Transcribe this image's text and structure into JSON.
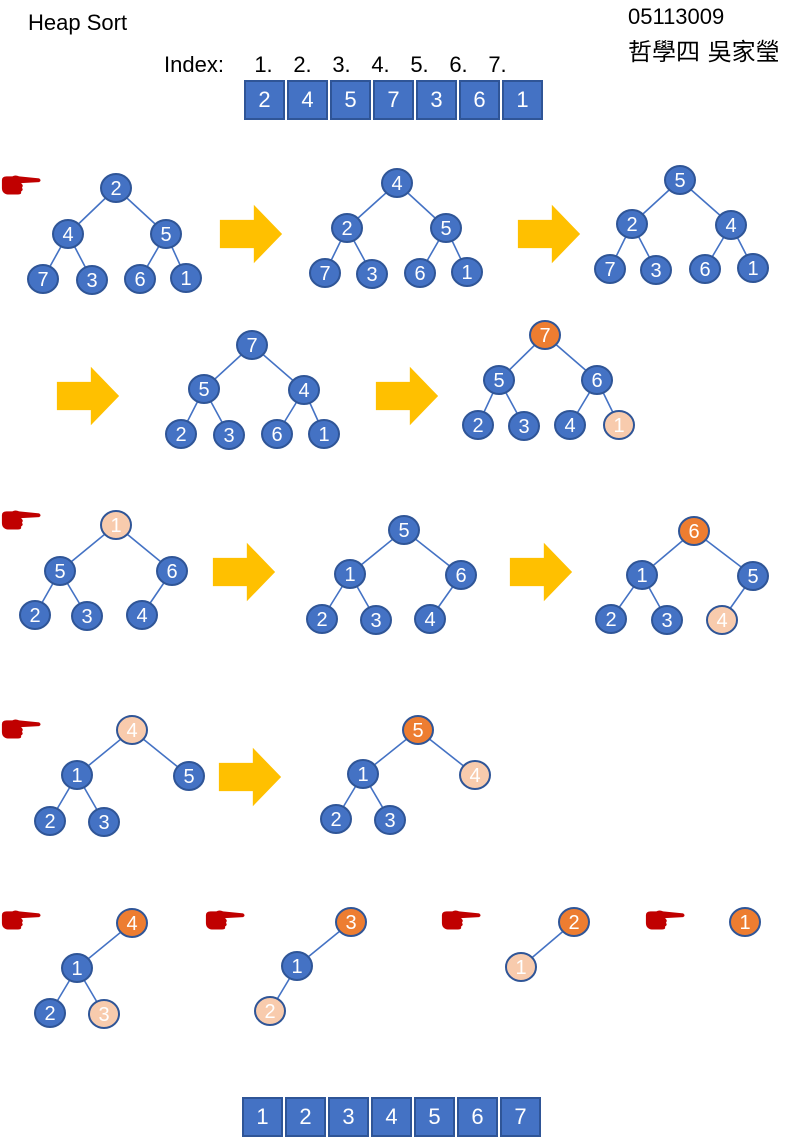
{
  "header": {
    "title": "Heap Sort",
    "student_id": "05113009",
    "student_name": "哲學四 吳家瑩",
    "index_label": "Index:",
    "index_numbers": [
      "1.",
      "2.",
      "3.",
      "4.",
      "5.",
      "6.",
      "7."
    ]
  },
  "input_array": [
    "2",
    "4",
    "5",
    "7",
    "3",
    "6",
    "1"
  ],
  "output_array": [
    "1",
    "2",
    "3",
    "4",
    "5",
    "6",
    "7"
  ],
  "colors": {
    "node_blue": "#4472c4",
    "node_border": "#2f5597",
    "node_orange": "#ed7d31",
    "node_peach": "#f8cbad",
    "edge": "#4472c4",
    "arrow_yellow": "#ffc000",
    "pointer_red": "#c00000"
  },
  "trees": [
    {
      "nodes": [
        {
          "label": "2",
          "state": "normal"
        },
        {
          "label": "4",
          "state": "normal"
        },
        {
          "label": "5",
          "state": "normal"
        },
        {
          "label": "7",
          "state": "normal"
        },
        {
          "label": "3",
          "state": "normal"
        },
        {
          "label": "6",
          "state": "normal"
        },
        {
          "label": "1",
          "state": "normal"
        }
      ]
    },
    {
      "nodes": [
        {
          "label": "4",
          "state": "normal"
        },
        {
          "label": "2",
          "state": "normal"
        },
        {
          "label": "5",
          "state": "normal"
        },
        {
          "label": "7",
          "state": "normal"
        },
        {
          "label": "3",
          "state": "normal"
        },
        {
          "label": "6",
          "state": "normal"
        },
        {
          "label": "1",
          "state": "normal"
        }
      ]
    },
    {
      "nodes": [
        {
          "label": "5",
          "state": "normal"
        },
        {
          "label": "2",
          "state": "normal"
        },
        {
          "label": "4",
          "state": "normal"
        },
        {
          "label": "7",
          "state": "normal"
        },
        {
          "label": "3",
          "state": "normal"
        },
        {
          "label": "6",
          "state": "normal"
        },
        {
          "label": "1",
          "state": "normal"
        }
      ]
    },
    {
      "nodes": [
        {
          "label": "7",
          "state": "normal"
        },
        {
          "label": "5",
          "state": "normal"
        },
        {
          "label": "4",
          "state": "normal"
        },
        {
          "label": "2",
          "state": "normal"
        },
        {
          "label": "3",
          "state": "normal"
        },
        {
          "label": "6",
          "state": "normal"
        },
        {
          "label": "1",
          "state": "normal"
        }
      ]
    },
    {
      "nodes": [
        {
          "label": "7",
          "state": "max"
        },
        {
          "label": "5",
          "state": "normal"
        },
        {
          "label": "6",
          "state": "normal"
        },
        {
          "label": "2",
          "state": "normal"
        },
        {
          "label": "3",
          "state": "normal"
        },
        {
          "label": "4",
          "state": "normal"
        },
        {
          "label": "1",
          "state": "moved"
        }
      ]
    },
    {
      "nodes": [
        {
          "label": "1",
          "state": "moved"
        },
        {
          "label": "5",
          "state": "normal"
        },
        {
          "label": "6",
          "state": "normal"
        },
        {
          "label": "2",
          "state": "normal"
        },
        {
          "label": "3",
          "state": "normal"
        },
        {
          "label": "4",
          "state": "normal"
        }
      ]
    },
    {
      "nodes": [
        {
          "label": "5",
          "state": "normal"
        },
        {
          "label": "1",
          "state": "normal"
        },
        {
          "label": "6",
          "state": "normal"
        },
        {
          "label": "2",
          "state": "normal"
        },
        {
          "label": "3",
          "state": "normal"
        },
        {
          "label": "4",
          "state": "normal"
        }
      ]
    },
    {
      "nodes": [
        {
          "label": "6",
          "state": "max"
        },
        {
          "label": "1",
          "state": "normal"
        },
        {
          "label": "5",
          "state": "normal"
        },
        {
          "label": "2",
          "state": "normal"
        },
        {
          "label": "3",
          "state": "normal"
        },
        {
          "label": "4",
          "state": "moved"
        }
      ]
    },
    {
      "nodes": [
        {
          "label": "4",
          "state": "moved"
        },
        {
          "label": "1",
          "state": "normal"
        },
        {
          "label": "5",
          "state": "normal"
        },
        {
          "label": "2",
          "state": "normal"
        },
        {
          "label": "3",
          "state": "normal"
        }
      ]
    },
    {
      "nodes": [
        {
          "label": "5",
          "state": "max"
        },
        {
          "label": "1",
          "state": "normal"
        },
        {
          "label": "4",
          "state": "moved"
        },
        {
          "label": "2",
          "state": "normal"
        },
        {
          "label": "3",
          "state": "normal"
        }
      ]
    },
    {
      "nodes": [
        {
          "label": "4",
          "state": "max"
        },
        {
          "label": "1",
          "state": "normal"
        },
        {
          "label": "2",
          "state": "normal"
        },
        {
          "label": "3",
          "state": "moved"
        }
      ]
    },
    {
      "nodes": [
        {
          "label": "3",
          "state": "max"
        },
        {
          "label": "1",
          "state": "normal"
        },
        {
          "label": "2",
          "state": "moved"
        }
      ]
    },
    {
      "nodes": [
        {
          "label": "2",
          "state": "max"
        },
        {
          "label": "1",
          "state": "moved"
        }
      ]
    },
    {
      "nodes": [
        {
          "label": "1",
          "state": "max"
        }
      ]
    }
  ]
}
